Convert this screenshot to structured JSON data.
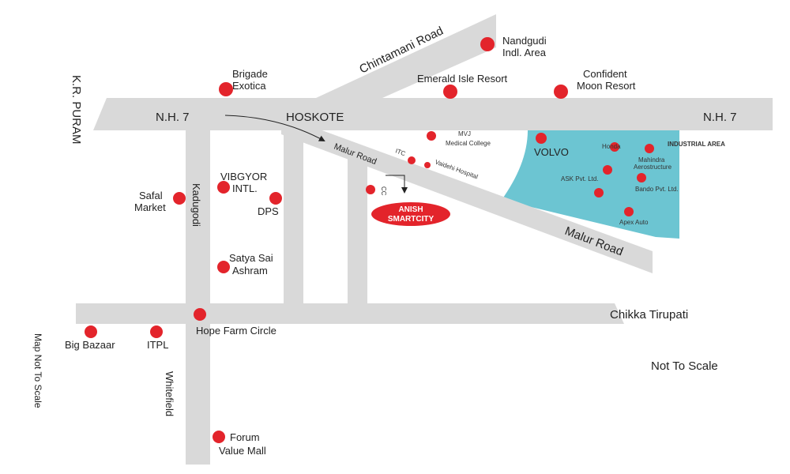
{
  "colors": {
    "road": "#d9d9d9",
    "marker": "#e3242b",
    "industrial_area": "#6cc5d2",
    "arrow": "#222222",
    "text": "#222222",
    "badge_text": "#ffffff"
  },
  "roads": {
    "nh7_left": "N.H. 7",
    "nh7_right": "N.H. 7",
    "kr_puram": "K.R. PURAM",
    "chintamani": "Chintamani Road",
    "malur_upper": "Malur Road",
    "malur_lower": "Malur Road",
    "kadugodi": "Kadugodi",
    "whitefield": "Whitefield",
    "chikka_tirupati": "Chikka Tirupati"
  },
  "places": {
    "hoskote": "HOSKOTE",
    "brigade_1": "Brigade",
    "brigade_2": "Exotica",
    "nandgudi_1": "Nandgudi",
    "nandgudi_2": "Indl. Area",
    "emerald": "Emerald Isle Resort",
    "confident_1": "Confident",
    "confident_2": "Moon Resort",
    "mvj_1": "MVJ",
    "mvj_2": "Medical College",
    "itc": "ITC",
    "vaidehi": "Vaidehi Hospital",
    "cc": "CC",
    "volvo": "VOLVO",
    "honda": "Honda",
    "industrial_area": "INDUSTRIAL AREA",
    "mahindra_1": "Mahindra",
    "mahindra_2": "Aerostructure",
    "ask": "ASK Pvt. Ltd.",
    "bando": "Bando Pvt. Ltd.",
    "apex": "Apex Auto",
    "vibgyor_1": "VIBGYOR",
    "vibgyor_2": "INTL.",
    "dps": "DPS",
    "safal_1": "Safal",
    "safal_2": "Market",
    "satya_1": "Satya Sai",
    "satya_2": "Ashram",
    "hope_farm": "Hope Farm Circle",
    "big_bazaar": "Big Bazaar",
    "itpl": "ITPL",
    "forum_1": "Forum",
    "forum_2": "Value Mall"
  },
  "project_badge": {
    "line1": "ANISH",
    "line2": "SMARTCITY"
  },
  "notes": {
    "not_to_scale": "Not To Scale",
    "map_not_to_scale": "Map Not To Scale"
  }
}
